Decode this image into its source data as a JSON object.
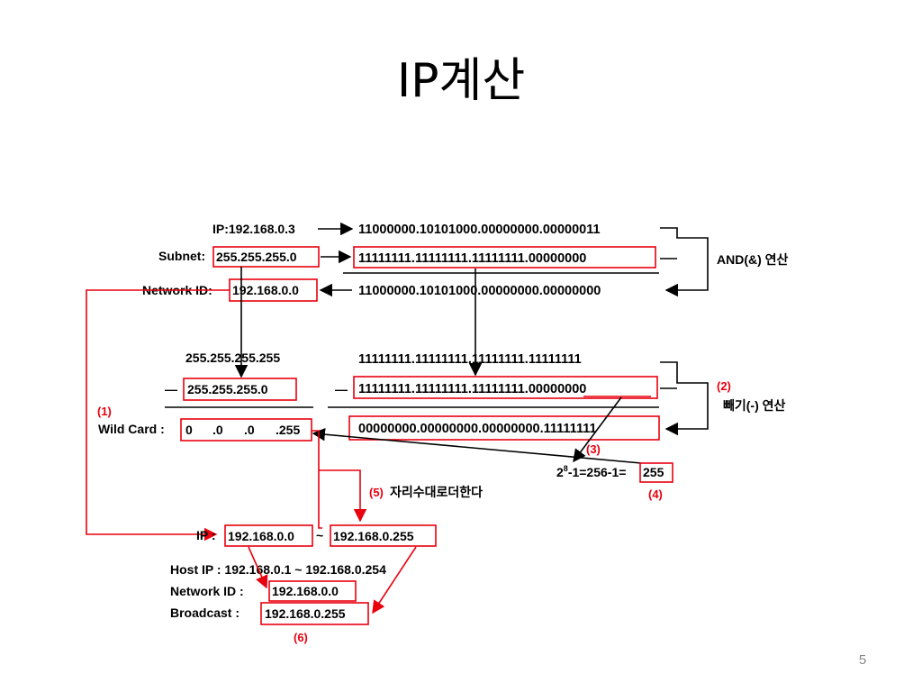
{
  "slide": {
    "title": "IP계산",
    "page_number": "5"
  },
  "diagram": {
    "ip_label": "IP:192.168.0.3",
    "subnet_label": "Subnet:",
    "subnet_value": "255.255.255.0",
    "network_id_label": "Network ID:",
    "network_id_value": "192.168.0.0",
    "ip_binary": "11000000.10101000.00000000.00000011",
    "subnet_binary": "11111111.11111111.11111111.00000000",
    "network_binary": "11000000.10101000.00000000.00000000",
    "and_op": "AND(&) 연산",
    "all_ones_decimal": "255.255.255.255",
    "subtract_sign": "—",
    "subtrahend_decimal": "255.255.255.0",
    "all_ones_binary": "11111111.11111111.11111111.11111111",
    "subtrahend_binary_prefix": "11111111.11111111.11111111.",
    "subtrahend_binary_suffix": "00000000",
    "wildcard_binary": "00000000.00000000.00000000.11111111",
    "subtract_op": "빼기(-) 연산",
    "marker_1": "(1)",
    "marker_2": "(2)",
    "marker_3": "(3)",
    "marker_4": "(4)",
    "marker_5": "(5)",
    "marker_6": "(6)",
    "wildcard_label": "Wild Card :",
    "wildcard_values": [
      "0",
      ".0",
      ".0",
      ".255"
    ],
    "power_base": "2",
    "power_exp": "8",
    "power_rest": "-1=256-1=",
    "power_result": "255",
    "digit_note": "자리수대로더한다",
    "range_label": "IP :",
    "range_start": "192.168.0.0",
    "range_sep": "~",
    "range_end": "192.168.0.255",
    "host_ip_line": "Host IP : 192.168.0.1 ~ 192.168.0.254",
    "network_id_line_label": "Network ID :",
    "network_id_line_value": "192.168.0.0",
    "broadcast_label": "Broadcast :",
    "broadcast_value": "192.168.0.255"
  }
}
